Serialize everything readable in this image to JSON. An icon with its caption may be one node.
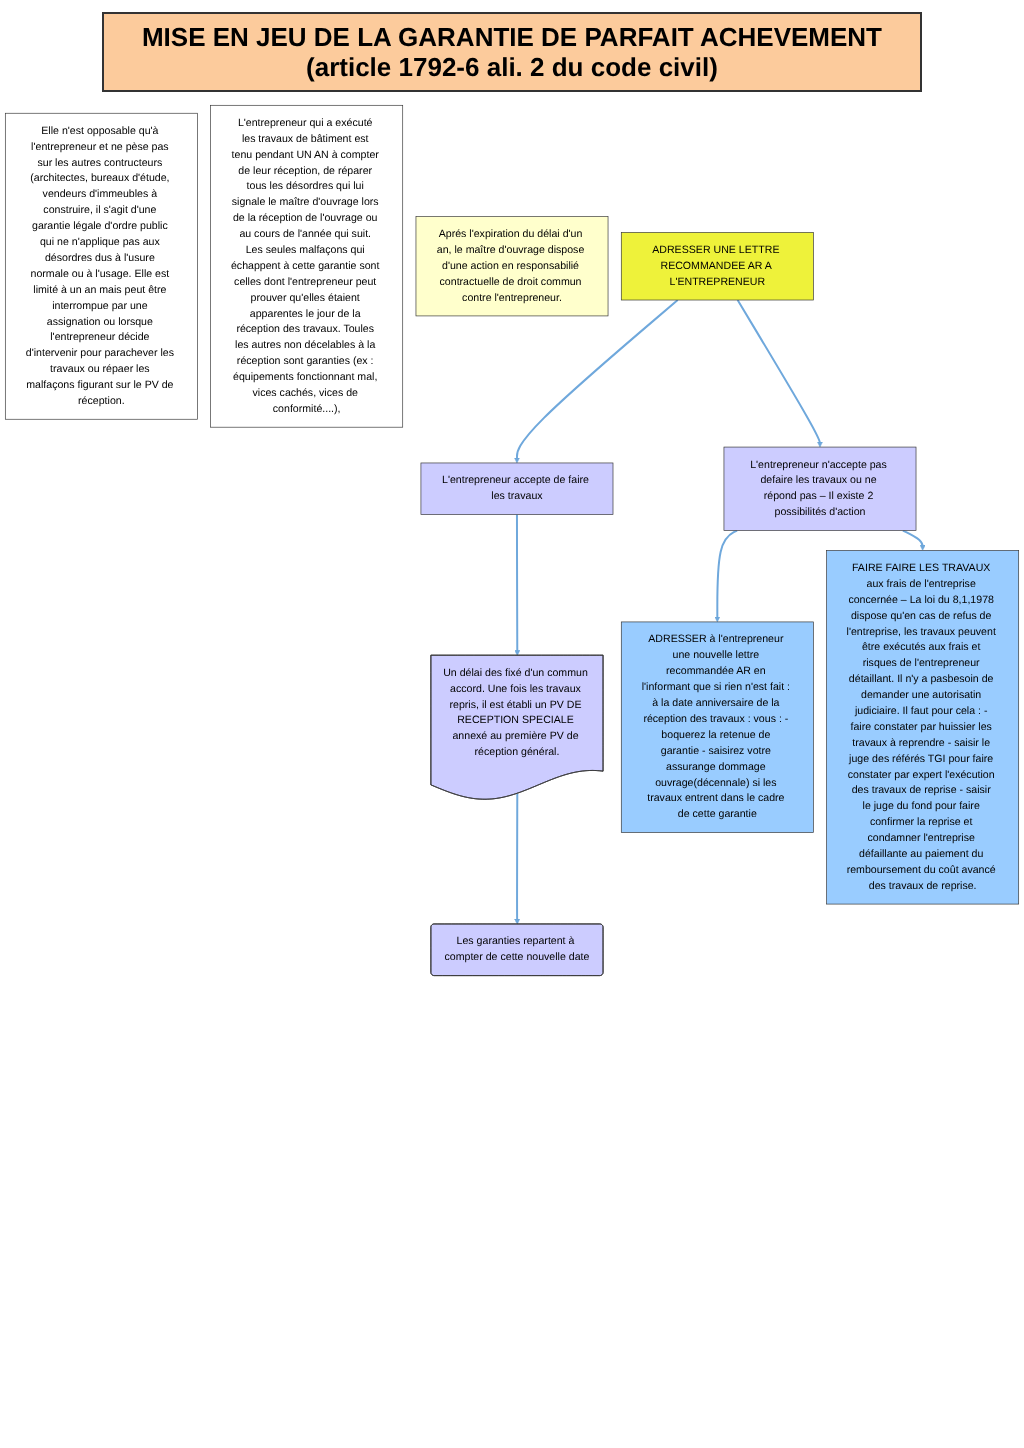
{
  "diagram": {
    "title": "MISE EN JEU DE LA GARANTIE DE PARFAIT ACHEVEMENT (article 1792-6 ali. 2 du code civil)",
    "nodes": [
      {
        "text": [
          "Elle n'est opposable qu'à l'entrepreneur et ne pèse pas sur les autres contructeurs (architectes, bureaux d'étude, vendeurs d'immeubles à construire, il s'agit d'une garantie légale d'ordre public qui ne n'applique pas aux désordres dus à l'usure normale ou à l'usage. Elle est limité à un an mais peut être interrompue par une assignation ou lorsque l'entrepreneur décide d'intervenir pour parachever les travaux ou répaer les malfaçons figurant sur le PV de réception."
        ]
      },
      {
        "text": [
          "L'entrepreneur qui a exécuté les travaux de bâtiment est tenu pendant UN AN à compter de leur réception, de réparer tous les désordres qui lui signale le maître d'ouvrage lors de la réception de l'ouvrage ou au cours de l'année qui suit. Les seules malfaçons qui échappent à cette garantie sont celles dont l'entrepreneur peut prouver qu'elles étaient apparentes le jour de la réception des travaux. Toules les autres non décelables à la réception sont garanties (ex : équipements fonctionnant mal, vices cachés, vices de conformité....),"
        ]
      },
      {
        "text": [
          "Aprés l'expiration du délai d'un an, le maître d'ouvrage dispose d'une action en responsabilié contractuelle de droit commun contre l'entrepreneur."
        ]
      },
      {
        "text": [
          "ADRESSER UNE LETTRE RECOMMANDEE AR A L'ENTREPRENEUR"
        ]
      },
      {
        "text": [
          "L'entrepreneur accepte de faire les travaux"
        ]
      },
      {
        "text": [
          "L'entrepreneur n'accepte pas defaire les travaux ou ne répond pas – Il existe 2 possibilités d'action"
        ]
      },
      {
        "text": [
          "Un délai des fixé d'un commun accord. Une fois les travaux repris, il est établi un PV DE RECEPTION SPECIALE annexé au première PV de réception général."
        ]
      },
      {
        "text": [
          "Les garanties repartent à compter de cette nouvelle date"
        ]
      },
      {
        "text": [
          "ADRESSER à l'entrepreneur une nouvelle lettre recommandée AR en l'informant que si rien n'est fait : à la date anniversaire de la réception des travaux : vous : - boquerez la retenue de garantie - saisirez votre assurange dommage ouvrage(décennale) si les travaux entrent dans le cadre de cette garantie"
        ]
      },
      {
        "text": [
          "FAIRE FAIRE LES TRAVAUX aux frais de l'entreprise concernée – La loi du 8,1,1978 dispose qu'en cas de refus de l'entreprise, les travaux peuvent être exécutés aux frais et risques de l'entrepreneur détaillant. Il n'y a pasbesoin de demander une autorisatin judiciaire. Il faut pour cela : - faire constater par huissier les travaux à reprendre - saisir le juge des référés TGI pour faire constater par expert l'exécution des travaux de reprise - saisir le juge du fond pour faire confirmer la reprise et condamner l'entreprise défaillante au paiement du remboursement du coût avancé des travaux de reprise."
        ]
      }
    ],
    "edges": [
      {
        "from": 3,
        "to": 4,
        "arrow": "to"
      },
      {
        "from": 3,
        "to": 5,
        "arrow": "to"
      },
      {
        "from": 4,
        "to": 6,
        "arrow": "to"
      },
      {
        "from": 6,
        "to": 7,
        "arrow": "to"
      },
      {
        "from": 5,
        "to": 8,
        "arrow": "to"
      },
      {
        "from": 5,
        "to": 9,
        "arrow": "to"
      }
    ]
  }
}
